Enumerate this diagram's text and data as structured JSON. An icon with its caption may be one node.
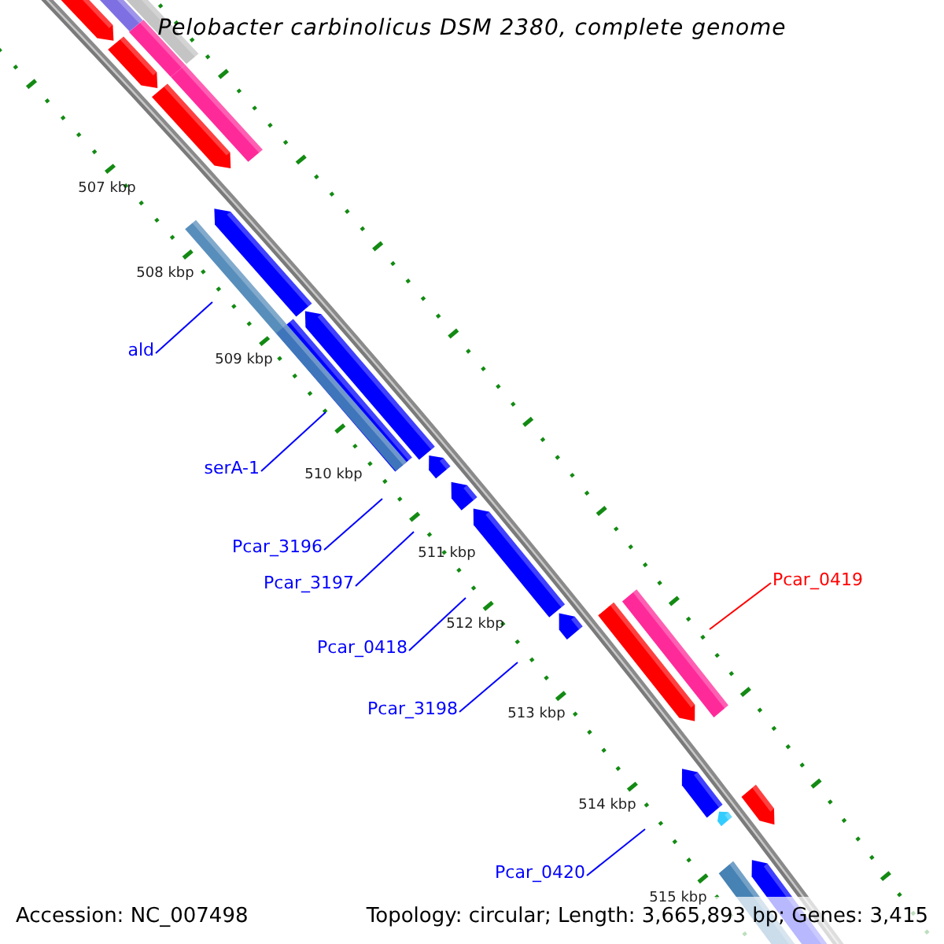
{
  "diagram": {
    "title": "Pelobacter carbinolicus DSM 2380, complete genome",
    "nodes": [
      {
        "text": [
          "ald"
        ]
      },
      {
        "text": [
          "serA-1"
        ]
      },
      {
        "text": [
          "Pcar_3196"
        ]
      },
      {
        "text": [
          "Pcar_3197"
        ]
      },
      {
        "text": [
          "Pcar_0418"
        ]
      },
      {
        "text": [
          "Pcar_3198"
        ]
      },
      {
        "text": [
          "Pcar_0420"
        ]
      },
      {
        "text": [
          "Pcar_0419"
        ]
      }
    ],
    "edges": [
      {
        "from": 0,
        "to": null,
        "arrow": "none"
      },
      {
        "from": 1,
        "to": null,
        "arrow": "none"
      },
      {
        "from": 2,
        "to": null,
        "arrow": "none"
      },
      {
        "from": 3,
        "to": null,
        "arrow": "none"
      },
      {
        "from": 4,
        "to": null,
        "arrow": "none"
      },
      {
        "from": 5,
        "to": null,
        "arrow": "none"
      },
      {
        "from": 6,
        "to": null,
        "arrow": "none"
      },
      {
        "from": 7,
        "to": null,
        "arrow": "none",
        "color": "#ff0000"
      }
    ],
    "labels": [
      "507 kbp",
      "508 kbp",
      "509 kbp",
      "510 kbp",
      "511 kbp",
      "512 kbp",
      "513 kbp",
      "514 kbp",
      "515 kbp",
      "Accession: NC_007498",
      "Topology: circular; Length: 3,665,893 bp; Genes: 3,415"
    ]
  }
}
